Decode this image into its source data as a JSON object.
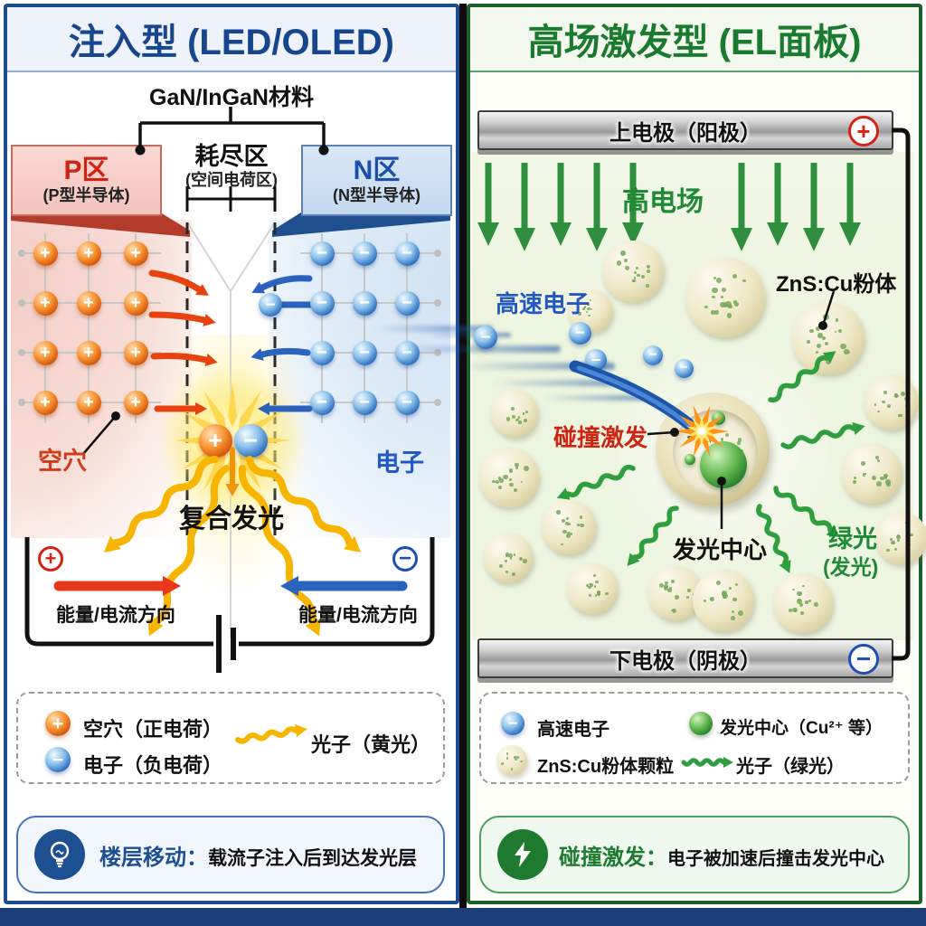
{
  "symbols": {
    "plus": "+",
    "minus": "−"
  },
  "colors": {
    "left_accent": "#17468f",
    "right_accent": "#1a7a2e",
    "hole_orange": "#e8611c",
    "electron_blue": "#2a62bd",
    "photon_yellow": "#f7b500",
    "photon_green": "#2e9e3f",
    "alert_red": "#cf2413",
    "wire_black": "#111111",
    "bottom_bar_blue": "#1c3e78"
  },
  "left": {
    "title": "注入型 (LED/OLED)",
    "material_label": "GaN/InGaN材料",
    "p_region": {
      "title": "P区",
      "subtitle": "(P型半导体)"
    },
    "depletion": {
      "title": "耗尽区",
      "subtitle": "(空间电荷区)"
    },
    "n_region": {
      "title": "N区",
      "subtitle": "(N型半导体)"
    },
    "hole_label": "空穴",
    "electron_label": "电子",
    "recombination_label": "复合发光",
    "flow_left_label": "能量/电流方向",
    "flow_right_label": "能量/电流方向",
    "legend": {
      "hole": "空穴（正电荷）",
      "electron": "电子（负电荷）",
      "photon": "光子（黄光）"
    },
    "note": {
      "title": "楼层移动：",
      "text": "载流子注入后到达发光层"
    }
  },
  "right": {
    "title": "高场激发型 (EL面板)",
    "top_electrode": "上电极（阳极）",
    "field_label": "高电场",
    "fast_electron_label": "高速电子",
    "powder_label": "ZnS:Cu粉体",
    "impact_label": "碰撞激发",
    "center_label": "发光中心",
    "green_light_label": "绿光",
    "green_light_sub": "(发光)",
    "bottom_electrode": "下电极（阴极）",
    "legend": {
      "electron": "高速电子",
      "center": "发光中心（Cu²⁺ 等）",
      "powder": "ZnS:Cu粉体颗粒",
      "photon": "光子（绿光）"
    },
    "note": {
      "title": "碰撞激发：",
      "text": "电子被加速后撞击发光中心"
    }
  }
}
